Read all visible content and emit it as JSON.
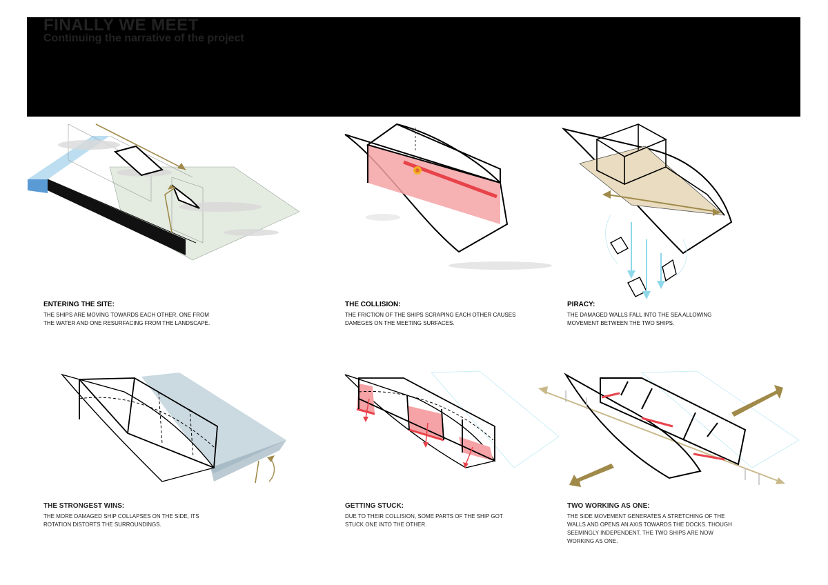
{
  "header": {
    "title": "FINALLY WE MEET",
    "subtitle": "Continuing the narrative of the project"
  },
  "colors": {
    "band": "#000000",
    "damage_red": "#e8434a",
    "damage_pink": "#f5a3a6",
    "arrow_gold": "#a08a4a",
    "water_blue": "#5a9bd5",
    "sea_cyan": "#8fd8ea",
    "deck_tan": "#e9dcc0"
  },
  "panels": [
    {
      "heading": "ENTERING THE SITE:",
      "body": "THE SHIPS ARE MOVING TOWARDS EACH OTHER, ONE FROM THE WATER AND ONE RESURFACING FROM THE LANDSCAPE."
    },
    {
      "heading": "THE COLLISION:",
      "body": "THE FRICTION OF THE SHIPS SCRAPING EACH OTHER CAUSES DAMEGES ON THE MEETING SURFACES."
    },
    {
      "heading": "PIRACY:",
      "body": "THE DAMAGED WALLS FALL INTO THE SEA ALLOWING MOVEMENT BETWEEN THE TWO SHIPS."
    },
    {
      "heading": "THE STRONGEST WINS:",
      "body": "THE MORE DAMAGED SHIP COLLAPSES ON THE SIDE, ITS ROTATION DISTORTS THE SURROUNDINGS."
    },
    {
      "heading": "GETTING STUCK:",
      "body": "DUE TO THEIR COLLISION, SOME PARTS OF THE SHIP GOT STUCK ONE INTO THE OTHER."
    },
    {
      "heading": "TWO WORKING AS ONE:",
      "body": "THE SIDE MOVEMENT GENERATES A STRETCHING OF THE WALLS AND OPENS AN AXIS TOWARDS THE DOCKS. THOUGH SEEMINGLY INDEPENDENT, THE TWO SHIPS ARE NOW WORKING AS ONE."
    }
  ]
}
